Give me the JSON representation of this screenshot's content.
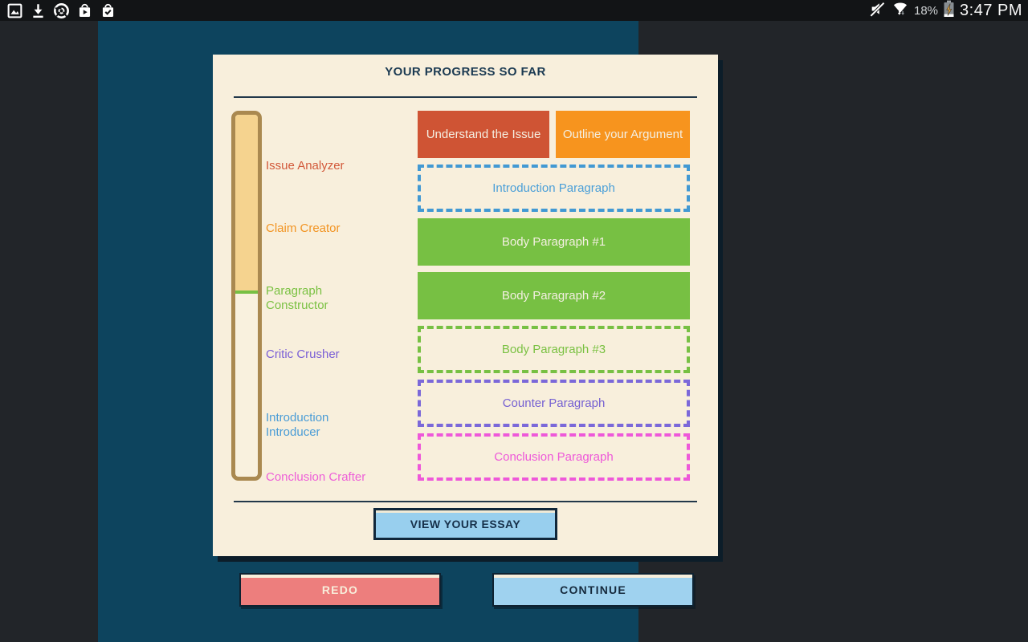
{
  "status_bar": {
    "time": "3:47 PM",
    "battery_percent": "18%",
    "left_icons": [
      "gallery-icon",
      "download-icon",
      "chrome-icon",
      "play-store-icon",
      "my-apps-check-icon"
    ],
    "right_icons": [
      "volume-muted-icon",
      "wifi-icon",
      "battery-charging-icon"
    ]
  },
  "colors": {
    "app_background": "#222529",
    "panel_teal": "#0d445e",
    "card_cream": "#f8efdc",
    "ink_navy": "#1b3a52",
    "meter_fill": "#f5d38f",
    "meter_border": "#aa8950",
    "stage_red": "#d2593a",
    "stage_orange": "#f29422",
    "stage_green": "#7ac142",
    "stage_purple": "#7a5fd6",
    "stage_blue": "#4a9cd6",
    "stage_magenta": "#ee5fd8",
    "redo_pink": "#ed7e7d",
    "button_blue": "#9fd2ef"
  },
  "progress_card": {
    "title": "YOUR PROGRESS SO FAR",
    "stages": [
      {
        "label": "Issue Analyzer",
        "color": "#d2593a"
      },
      {
        "label": "Claim Creator",
        "color": "#f29422"
      },
      {
        "label": "Paragraph Constructor",
        "color": "#7ac142"
      },
      {
        "label": "Critic Crusher",
        "color": "#7a5fd6"
      },
      {
        "label": "Introduction Introducer",
        "color": "#4a9cd6"
      },
      {
        "label": "Conclusion Crafter",
        "color": "#ee5fd8"
      }
    ],
    "steps": [
      {
        "label": "Understand the Issue",
        "status": "complete",
        "color": "#cf5434"
      },
      {
        "label": "Outline your Argument",
        "status": "complete",
        "color": "#f7941e"
      },
      {
        "label": "Introduction Paragraph",
        "status": "incomplete",
        "color": "#4299d3"
      },
      {
        "label": "Body Paragraph #1",
        "status": "complete",
        "color": "#77c043"
      },
      {
        "label": "Body Paragraph #2",
        "status": "complete",
        "color": "#77c043"
      },
      {
        "label": "Body Paragraph #3",
        "status": "incomplete",
        "color": "#77c043"
      },
      {
        "label": "Counter Paragraph",
        "status": "incomplete",
        "color": "#7b68d9"
      },
      {
        "label": "Conclusion Paragraph",
        "status": "incomplete",
        "color": "#ee58d9"
      }
    ],
    "view_essay_button": "VIEW YOUR ESSAY"
  },
  "footer": {
    "redo_button": "REDO",
    "continue_button": "CONTINUE"
  }
}
